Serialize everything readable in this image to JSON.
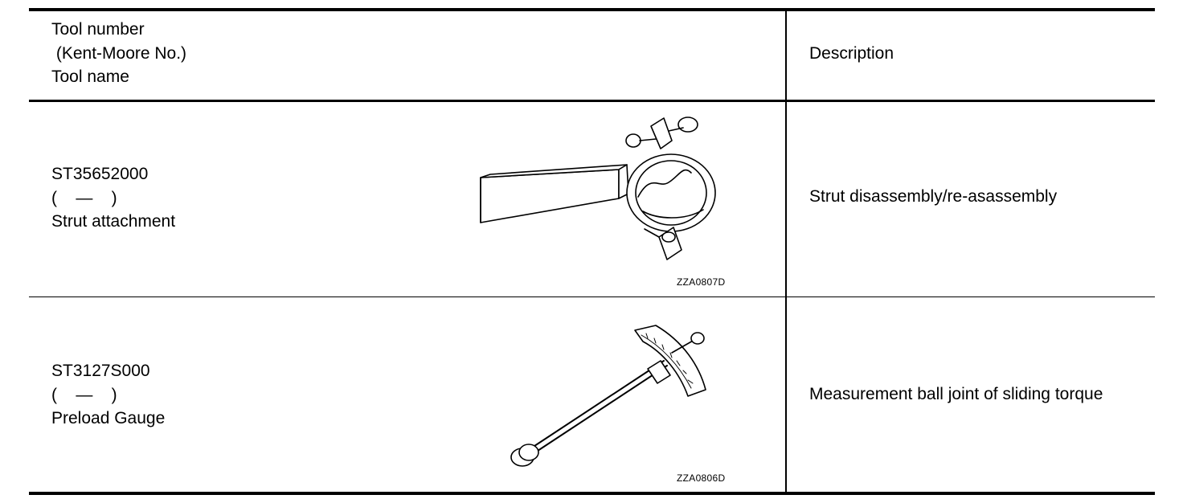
{
  "header": {
    "tool_line1": "Tool number",
    "tool_line2": " (Kent-Moore No.)",
    "tool_line3": "Tool name",
    "description": "Description"
  },
  "rows": [
    {
      "tool_number": "ST35652000",
      "kent_moore": "(    —    )",
      "tool_name": "Strut attachment",
      "description": "Strut disassembly/re-asassembly",
      "image_code": "ZZA0807D",
      "icon": "strut-attachment-icon"
    },
    {
      "tool_number": "ST3127S000",
      "kent_moore": "(    —    )",
      "tool_name": "Preload Gauge",
      "description": "Measurement ball joint of sliding torque",
      "image_code": "ZZA0806D",
      "icon": "preload-gauge-icon"
    }
  ]
}
